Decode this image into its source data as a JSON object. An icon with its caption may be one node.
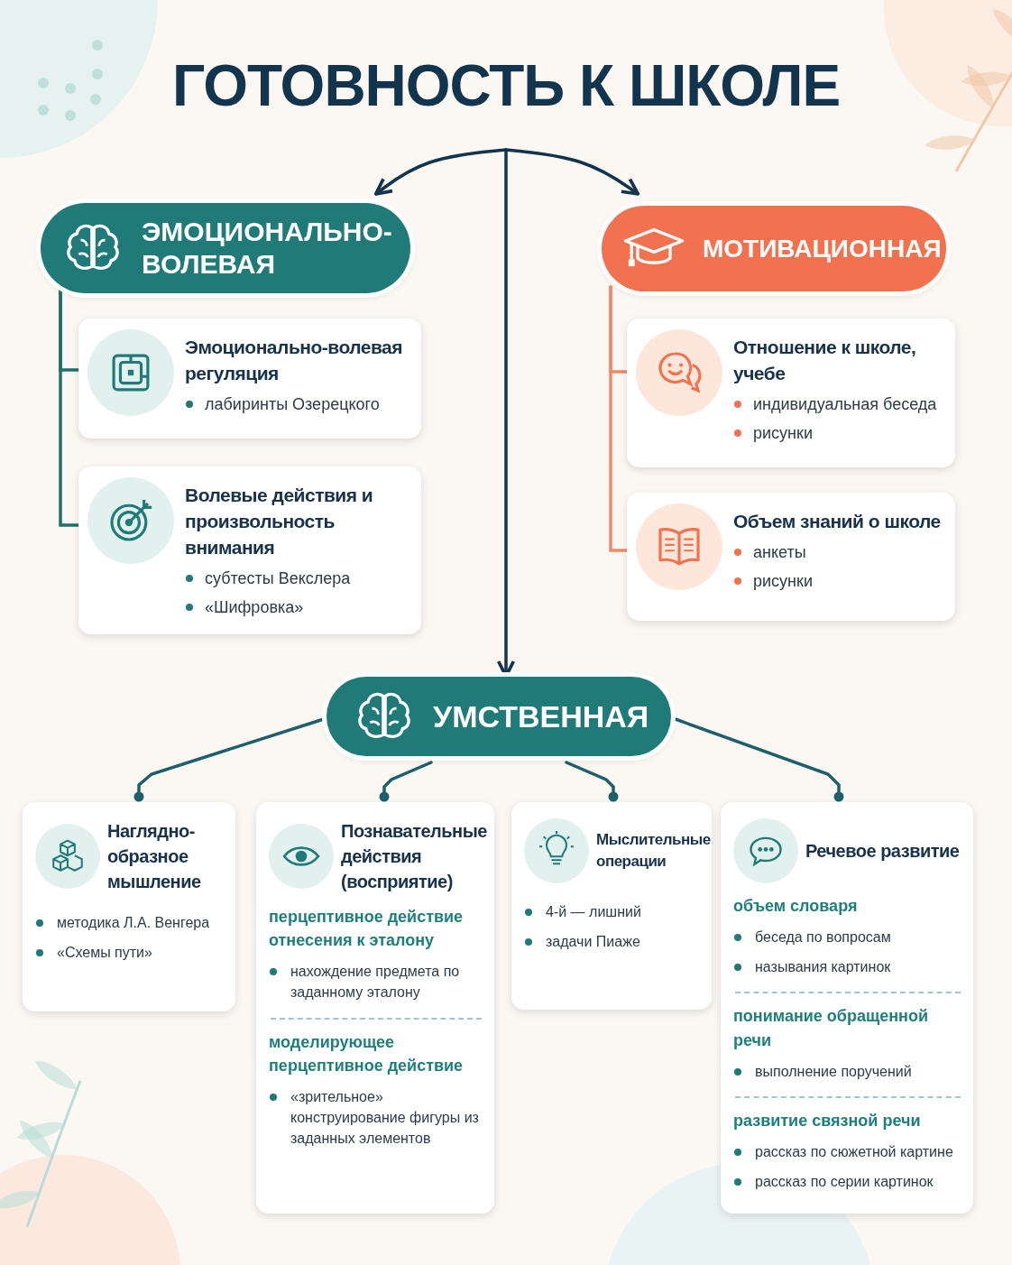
{
  "diagram": {
    "nodes": [
      {
        "text": [
          "ГОТОВНОСТЬ К ШКОЛЕ"
        ]
      },
      {
        "text": [
          "ЭМОЦИОНАЛЬНО-ВОЛЕВАЯ"
        ]
      },
      {
        "text": [
          "Эмоционально-волевая регуляция",
          "лабиринты Озерецкого"
        ]
      },
      {
        "text": [
          "Волевые действия и произвольность внимания",
          "субтесты Векслера",
          "«Шифровка»"
        ]
      },
      {
        "text": [
          "МОТИВАЦИОННАЯ"
        ]
      },
      {
        "text": [
          "Отношение к школе, учебе",
          "индивидуальная беседа",
          "рисунки"
        ]
      },
      {
        "text": [
          "Объем знаний о школе",
          "анкеты",
          "рисунки"
        ]
      },
      {
        "text": [
          "УМСТВЕННАЯ"
        ]
      },
      {
        "text": [
          "Наглядно-образное мышление",
          "методика Л.А. Венгера",
          "«Схемы пути»"
        ]
      },
      {
        "text": [
          "Познавательные действия (восприятие)",
          "перцептивное действие отнесения к эталону",
          "нахождение предмета по заданному эталону",
          "моделирующее перцептивное действие",
          "«зрительное» конструирование фигуры из заданных элементов"
        ]
      },
      {
        "text": [
          "Мыслительные операции",
          "4-й — лишний",
          "задачи Пиаже"
        ]
      },
      {
        "text": [
          "Речевое развитие",
          "объем словаря",
          "беседа по вопросам",
          "называния картинок",
          "понимание обращенной речи",
          "выполнение поручений",
          "развитие связной речи",
          "рассказ по сюжетной картине",
          "рассказ по серии картинок"
        ]
      }
    ],
    "edges": [
      {
        "from": 0,
        "to": 1,
        "arrow": "to"
      },
      {
        "from": 0,
        "to": 4,
        "arrow": "to"
      },
      {
        "from": 0,
        "to": 7,
        "arrow": "to"
      },
      {
        "from": 1,
        "to": 2,
        "arrow": "none",
        "color": "#1f6f6c"
      },
      {
        "from": 1,
        "to": 3,
        "arrow": "none",
        "color": "#1f6f6c"
      },
      {
        "from": 4,
        "to": 5,
        "arrow": "none",
        "color": "#ef8a6a"
      },
      {
        "from": 4,
        "to": 6,
        "arrow": "none",
        "color": "#ef8a6a"
      },
      {
        "from": 7,
        "to": 8,
        "arrow": "other",
        "color": "#1e5f6a"
      },
      {
        "from": 7,
        "to": 9,
        "arrow": "other",
        "color": "#1e5f6a"
      },
      {
        "from": 7,
        "to": 10,
        "arrow": "other",
        "color": "#1e5f6a"
      },
      {
        "from": 7,
        "to": 11,
        "arrow": "other",
        "color": "#1e5f6a"
      }
    ]
  }
}
